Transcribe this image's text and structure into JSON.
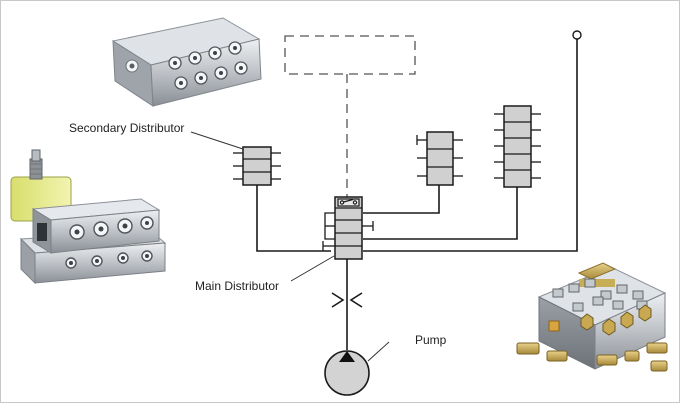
{
  "diagram": {
    "labels": {
      "secondary_distributor": "Secondary Distributor",
      "main_distributor": "Main Distributor",
      "pump": "Pump"
    },
    "colors": {
      "line": "#1a1a1a",
      "block_fill": "#d0d0d0",
      "dashed": "#555555",
      "pump_fill": "#d3d3d3"
    },
    "photos": [
      {
        "name": "secondary-distributor-block-photo"
      },
      {
        "name": "main-distributor-with-indicator-photo"
      },
      {
        "name": "distributor-assembly-photo"
      }
    ]
  }
}
